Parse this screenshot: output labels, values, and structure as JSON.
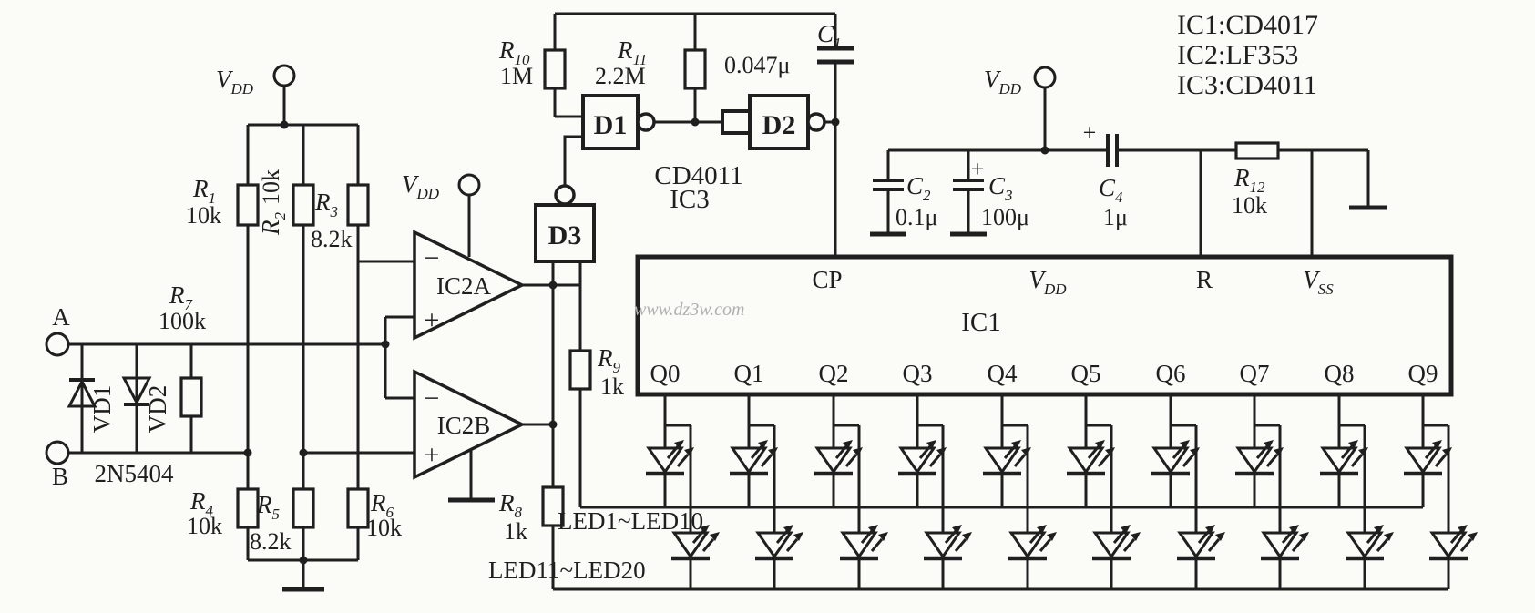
{
  "colors": {
    "ink": "#1f1f1f",
    "paper": "#fbfbf8",
    "watermark": "#b0b0b0"
  },
  "notes": {
    "line1": "IC1:CD4017",
    "line2": "IC2:LF353",
    "line3": "IC3:CD4011"
  },
  "watermark": "www.dz3w.com",
  "terminals": {
    "a": "A",
    "b": "B"
  },
  "power": {
    "vdd_sym": "V",
    "vdd_sub": "DD"
  },
  "opamps": {
    "a": "IC2A",
    "b": "IC2B",
    "minus": "−",
    "plus": "+"
  },
  "gates": {
    "d1": "D1",
    "d2": "D2",
    "d3": "D3",
    "chip": "CD4011",
    "chip_ref": "IC3"
  },
  "diodes": {
    "vd1": "VD1",
    "vd2": "VD2",
    "part": "2N5404"
  },
  "resistors": {
    "r1": {
      "sym": "R",
      "sub": "1",
      "value": "10k"
    },
    "r2": {
      "sym": "R",
      "sub": "2",
      "value": "10k"
    },
    "r3": {
      "sym": "R",
      "sub": "3",
      "value": "8.2k"
    },
    "r4": {
      "sym": "R",
      "sub": "4",
      "value": "10k"
    },
    "r5": {
      "sym": "R",
      "sub": "5",
      "value": "8.2k"
    },
    "r6": {
      "sym": "R",
      "sub": "6",
      "value": "10k"
    },
    "r7": {
      "sym": "R",
      "sub": "7",
      "value": "100k"
    },
    "r8": {
      "sym": "R",
      "sub": "8",
      "value": "1k"
    },
    "r9": {
      "sym": "R",
      "sub": "9",
      "value": "1k"
    },
    "r10": {
      "sym": "R",
      "sub": "10",
      "value": "1M"
    },
    "r11": {
      "sym": "R",
      "sub": "11",
      "value": "2.2M"
    },
    "r12": {
      "sym": "R",
      "sub": "12",
      "value": "10k"
    }
  },
  "capacitors": {
    "c1": {
      "sym": "C",
      "sub": "1",
      "value": "0.047μ"
    },
    "c2": {
      "sym": "C",
      "sub": "2",
      "value": "0.1μ"
    },
    "c3": {
      "sym": "C",
      "sub": "3",
      "value": "100μ",
      "polarity": "+"
    },
    "c4": {
      "sym": "C",
      "sub": "4",
      "value": "1μ",
      "polarity": "+"
    }
  },
  "ic1": {
    "ref": "IC1",
    "pin_cp": "CP",
    "pin_r": "R",
    "vdd_sym": "V",
    "vdd_sub": "DD",
    "vss_sym": "V",
    "vss_sub": "SS",
    "outputs": [
      "Q0",
      "Q1",
      "Q2",
      "Q3",
      "Q4",
      "Q5",
      "Q6",
      "Q7",
      "Q8",
      "Q9"
    ]
  },
  "led_groups": {
    "top": "LED1~LED10",
    "bottom": "LED11~LED20"
  }
}
